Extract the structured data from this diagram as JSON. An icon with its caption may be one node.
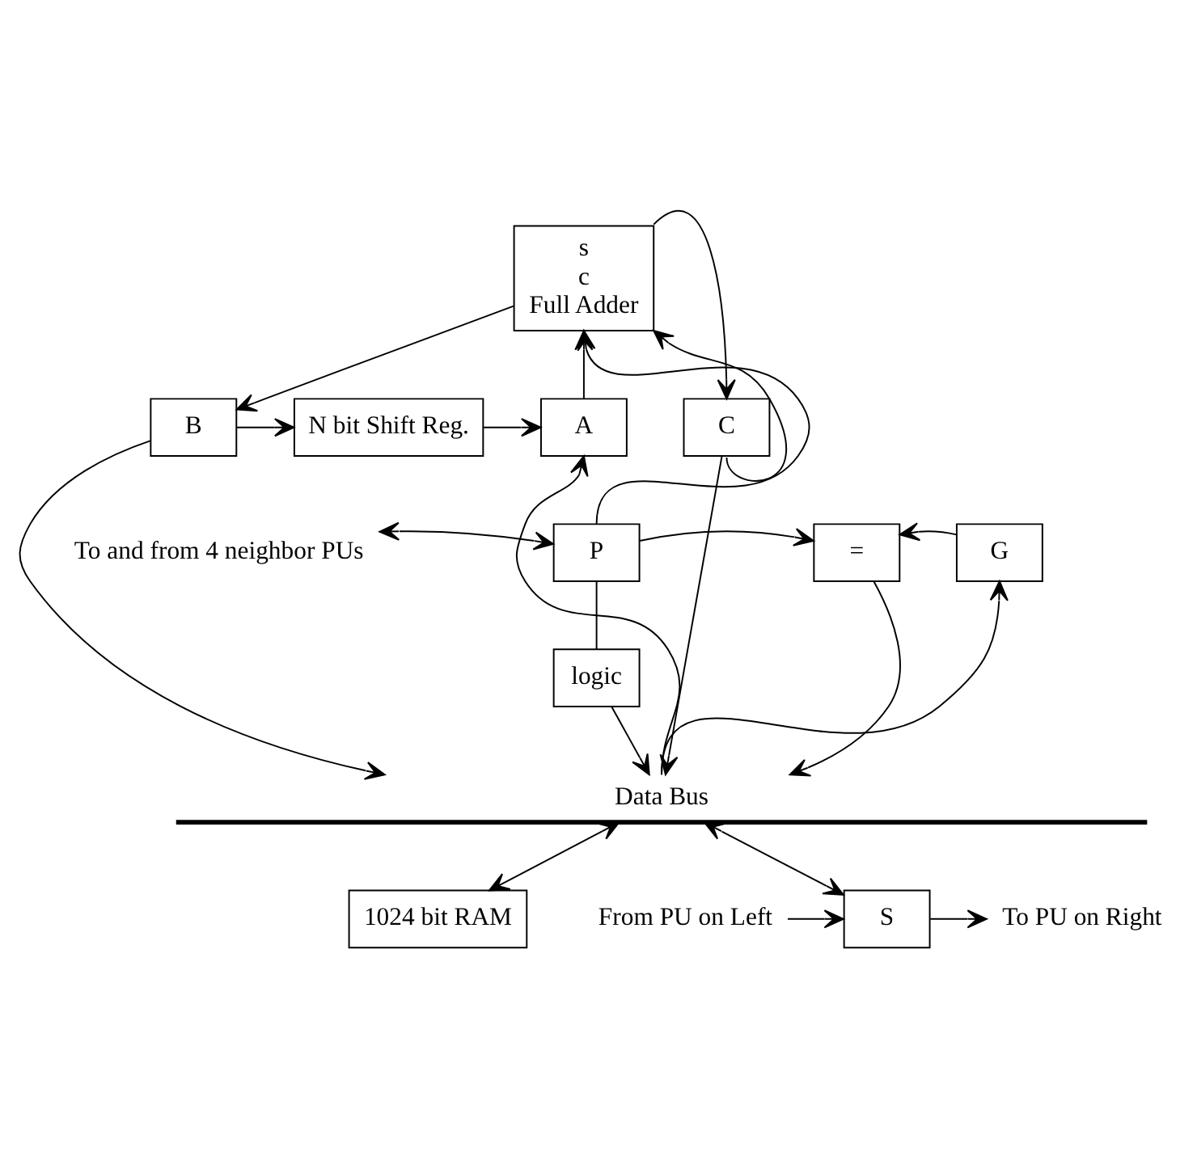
{
  "diagram": {
    "nodes": [
      {
        "text": [
          "s",
          "c",
          "Full Adder"
        ]
      },
      {
        "text": [
          "C"
        ]
      },
      {
        "text": [
          "B"
        ]
      },
      {
        "text": [
          "N bit Shift Reg."
        ]
      },
      {
        "text": [
          "A"
        ]
      },
      {
        "text": [
          "To and from 4 neighbor PUs"
        ]
      },
      {
        "text": [
          "P"
        ]
      },
      {
        "text": [
          "="
        ]
      },
      {
        "text": [
          "G"
        ]
      },
      {
        "text": [
          "logic"
        ]
      },
      {
        "text": [
          "Data Bus"
        ]
      },
      {
        "text": [
          "From PU on Left"
        ]
      },
      {
        "text": [
          "S"
        ]
      },
      {
        "text": [
          "To PU on Right"
        ]
      },
      {
        "text": [
          "1024 bit RAM"
        ]
      }
    ],
    "edges": [
      {
        "from": 0,
        "to": 2,
        "arrow": "to"
      },
      {
        "from": 0,
        "to": 1,
        "arrow": "to"
      },
      {
        "from": 1,
        "to": 0,
        "arrow": "to"
      },
      {
        "from": 1,
        "to": 10,
        "arrow": "to"
      },
      {
        "from": 2,
        "to": 3,
        "arrow": "to"
      },
      {
        "from": 3,
        "to": 4,
        "arrow": "to"
      },
      {
        "from": 4,
        "to": 0,
        "arrow": "to"
      },
      {
        "from": 2,
        "to": 10,
        "arrow": "to"
      },
      {
        "from": 10,
        "to": 4,
        "arrow": "to"
      },
      {
        "from": 6,
        "to": 0,
        "arrow": "to"
      },
      {
        "from": 5,
        "to": 6,
        "arrow": "both"
      },
      {
        "from": 6,
        "to": 7,
        "arrow": "to"
      },
      {
        "from": 8,
        "to": 7,
        "arrow": "to"
      },
      {
        "from": 6,
        "to": 9,
        "arrow": "none"
      },
      {
        "from": 9,
        "to": 10,
        "arrow": "to"
      },
      {
        "from": 7,
        "to": 10,
        "arrow": "to"
      },
      {
        "from": 10,
        "to": 8,
        "arrow": "to"
      },
      {
        "from": 10,
        "to": 12,
        "arrow": "both"
      },
      {
        "from": 11,
        "to": 12,
        "arrow": "to"
      },
      {
        "from": 12,
        "to": 13,
        "arrow": "to"
      },
      {
        "from": 10,
        "to": 14,
        "arrow": "both"
      }
    ]
  }
}
